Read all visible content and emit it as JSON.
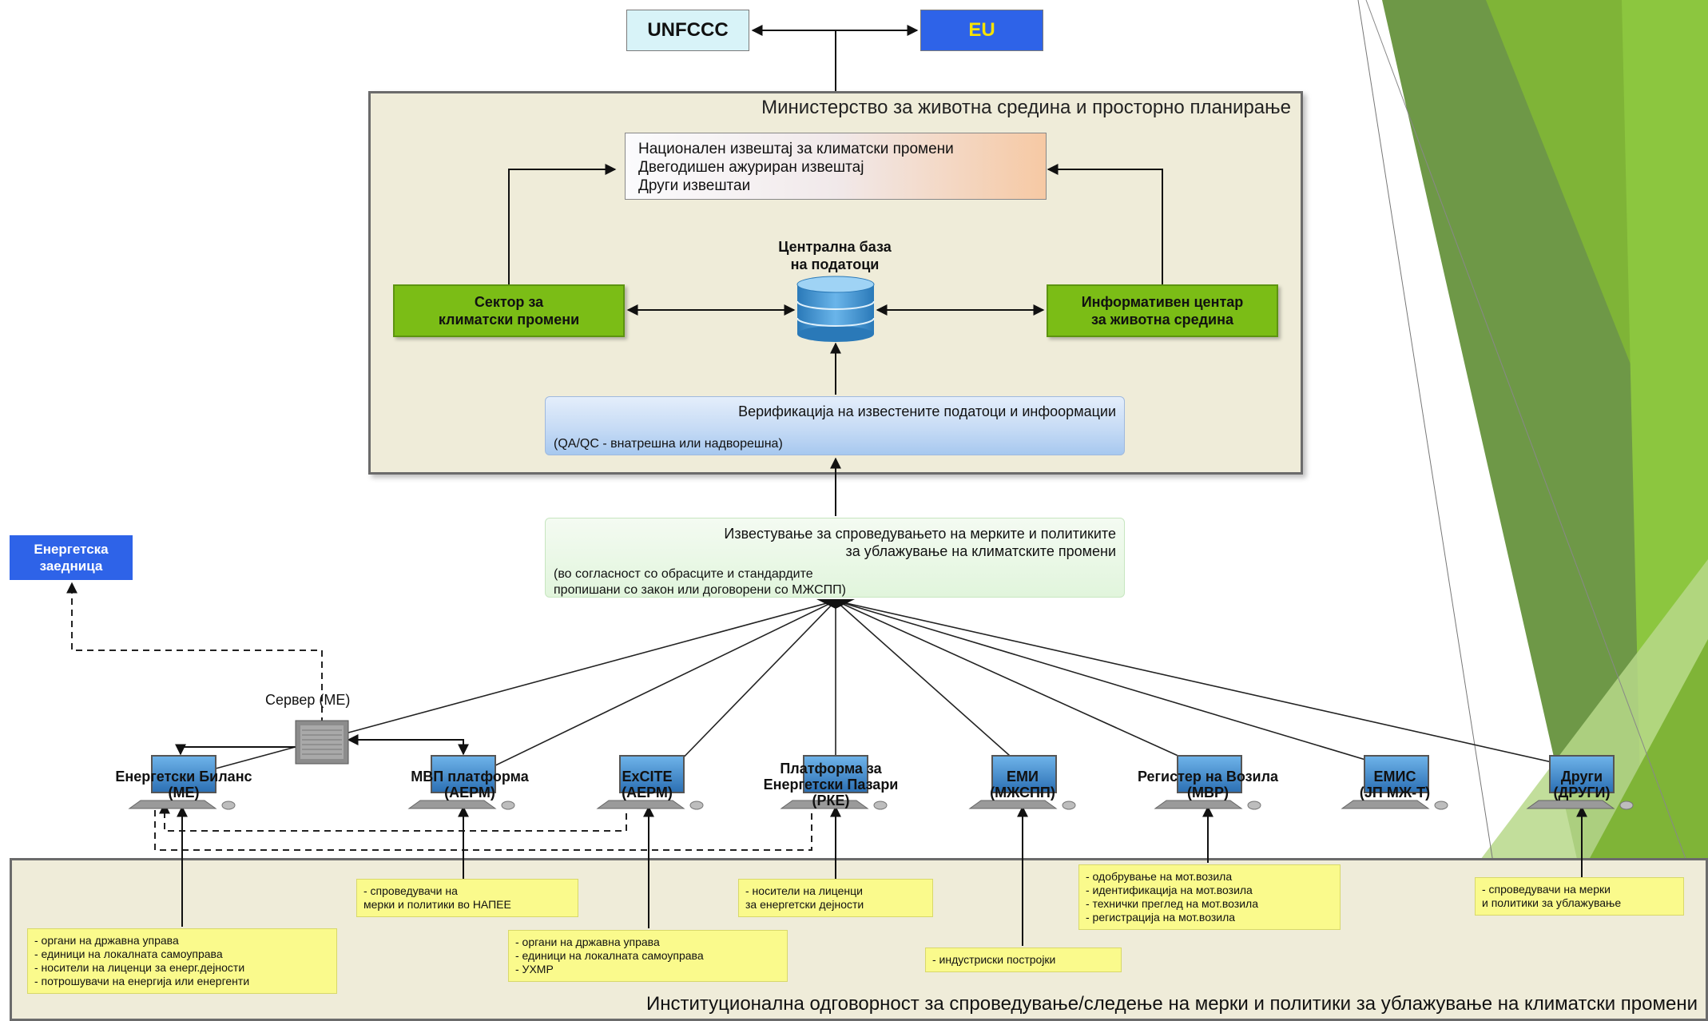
{
  "top": {
    "unfccc": "UNFCCC",
    "eu": "EU"
  },
  "ministry": {
    "title": "Министерство за животна средина и просторно планирање",
    "report_lines": [
      "Национален извештај за климатски промени",
      "Двегодишен ажуриран извештај",
      "Други извештаи"
    ],
    "sector": [
      "Сектор за",
      "климатски промени"
    ],
    "info_center": [
      "Информативен центар",
      "за животна средина"
    ],
    "db_label": [
      "Централна база",
      "на податоци"
    ],
    "verification_title": "Верификација на известените податоци и инфоормации",
    "verification_sub": "(QA/QC  - внатрешна или надворешна)"
  },
  "reporting": {
    "title": [
      "Известување за спроведувањето на мерките и политиките",
      "за ублажување на климатските промени"
    ],
    "sub": [
      "(во согласност со обрасците и стандардите",
      "пропишани со закон или договорени со МЖСПП)"
    ]
  },
  "energy_community": [
    "Енергетска",
    "заедница"
  ],
  "server_label": "Сервер (МЕ)",
  "systems": [
    {
      "line1": "Енергетски Биланс",
      "line2": "(МЕ)"
    },
    {
      "line1": "МВП платформа",
      "line2": "(АЕРМ)"
    },
    {
      "line1": "ExCITE",
      "line2": "(АЕРМ)"
    },
    {
      "line1": "Платформа за",
      "line2": "Енергетски Пазари",
      "line3": "(РКЕ)"
    },
    {
      "line1": "ЕМИ",
      "line2": "(МЖСПП)"
    },
    {
      "line1": "Регистер на Возила",
      "line2": "(МВР)"
    },
    {
      "line1": "ЕМИС",
      "line2": "(ЈП МЖ-Т)"
    },
    {
      "line1": "Други",
      "line2": "(ДРУГИ)"
    }
  ],
  "notes": {
    "n1": [
      "- органи на државна управа",
      "- единици на локалната самоуправа",
      "- носители на лиценци за енерг.дејности",
      "- потрошувачи на енергија или енергенти"
    ],
    "n2": [
      "- спроведувачи на",
      "мерки и политики во НАПЕЕ"
    ],
    "n3": [
      "- органи на државна управа",
      "- единици на локалната самоуправа",
      "- УХМР"
    ],
    "n4": [
      "- носители на лиценци",
      "за енергетски дејности"
    ],
    "n5": [
      "- индустриски постројки"
    ],
    "n6": [
      "- одобрување на мот.возила",
      "- идентификација на мот.возила",
      "- технички преглед на мот.возила",
      "- регистрација на мот.возила"
    ],
    "n7": [
      "- спроведувачи на мерки",
      "и политики за ублажување"
    ]
  },
  "institutional_title": "Институционална одговорност за спроведување/следење на мерки и политики за ублажување на климатски промени",
  "colors": {
    "green": "#7bbd16",
    "blue": "#2e63e8",
    "panel": "#efecd9",
    "note": "#fafa8c",
    "unfccc_bg": "#d8f3f8"
  }
}
